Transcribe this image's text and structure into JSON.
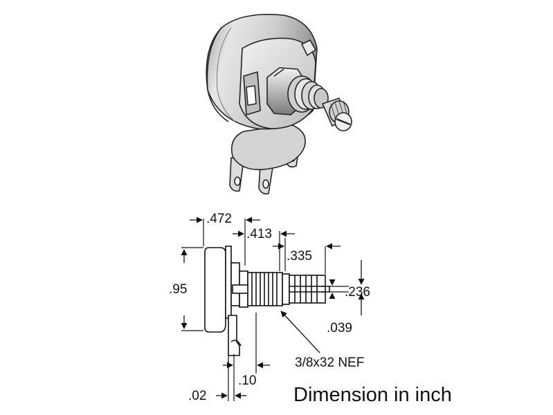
{
  "dimensions": {
    "overall_depth": ".472",
    "bushing_length": ".413",
    "shaft_length": ".335",
    "body_height": ".95",
    "shaft_diameter": ".236",
    "slot_width": ".039",
    "thread_spec": "3/8x32 NEF",
    "lug_thickness": ".02",
    "lug_offset": ".10"
  },
  "caption": "Dimension in inch",
  "colors": {
    "ink": "#111111",
    "body_shade": "#d9d9d9",
    "metal": "#bdbdbd"
  }
}
